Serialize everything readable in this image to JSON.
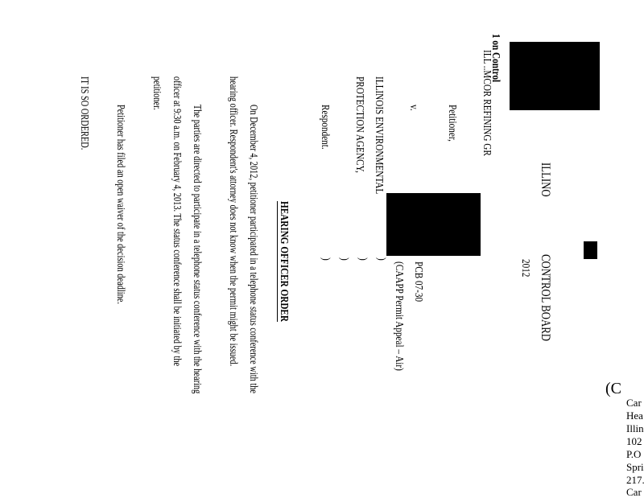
{
  "header": {
    "board_left": "ILLINO",
    "board_right": "CONTROL BOARD",
    "date_fragment": "2012",
    "stamp_fragment": "1 on Control",
    "petitioner_name": "ILL ..MCOR REFINING GR"
  },
  "caption": {
    "petitioner_label": "Petitioner,",
    "versus": "v.",
    "respondent_line1": "ILLINOIS ENVIRONMENTAL",
    "respondent_line2": "PROTECTION AGENCY,",
    "respondent_label": "Respondent.",
    "case_number": "PCB 07-30",
    "case_type": "(CAAPP Permit Appeal – Air)",
    "paren": ")"
  },
  "order": {
    "title": "HEARING OFFICER ORDER",
    "p1_line1": "On December 4, 2012, petitioner participated in a telephone status conference with the",
    "p1_line2": "hearing officer.  Respondent's attorney does not know when the permit might be issued.",
    "p2_line1": "The parties are directed to participate in a telephone status conference with the hearing",
    "p2_line2": "officer at 9:30 a.m. on February 4, 2013.  The status conference shall be initiated by the",
    "p2_line3": "petitioner.",
    "p3": "Petitioner has filed an open waiver of the decision deadline.",
    "closing": "IT IS SO ORDERED."
  },
  "signature_block": {
    "mark": "(C",
    "lines": [
      "Car",
      "Hea",
      "Illin",
      "102",
      "P.O",
      "Spri",
      "217.",
      "Car"
    ]
  }
}
